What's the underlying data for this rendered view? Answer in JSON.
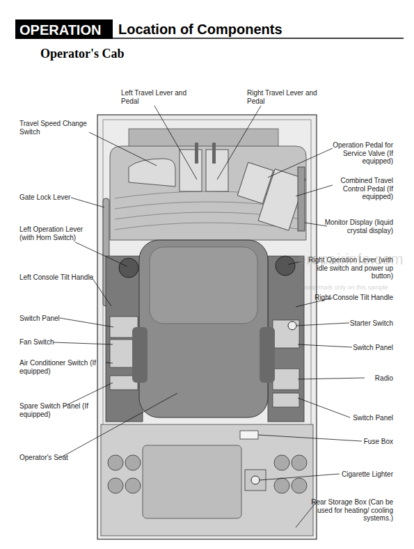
{
  "diagram": {
    "title": "Location of Components",
    "labels": [
      "OPERATION",
      "Operator's Cab",
      "Left Travel Lever and Pedal",
      "Right Travel Lever and Pedal",
      "Travel Speed Change Switch",
      "Operation Pedal for Service Valve (If equipped)",
      "Combined Travel Control Pedal (If equipped)",
      "Gate Lock Lever",
      "Monitor Display (liquid crystal display)",
      "Left Operation Lever (with Horn Switch)",
      "Right Operation Lever (with idle switch and power up button)",
      "Left Console Tilt Handle",
      "Right Console Tilt Handle",
      "Switch Panel",
      "Starter Switch",
      "Fan Switch",
      "Switch Panel",
      "Air Conditioner Switch (If equipped)",
      "Radio",
      "Spare Switch Panel (If equipped)",
      "Switch Panel",
      "Fuse Box",
      "Operator's Seat",
      "Cigarette Lighter",
      "Rear Storage Box (Can be used for heating/ cooling systems.)",
      "erepairinfo.com",
      "watermark only on this sample"
    ]
  }
}
